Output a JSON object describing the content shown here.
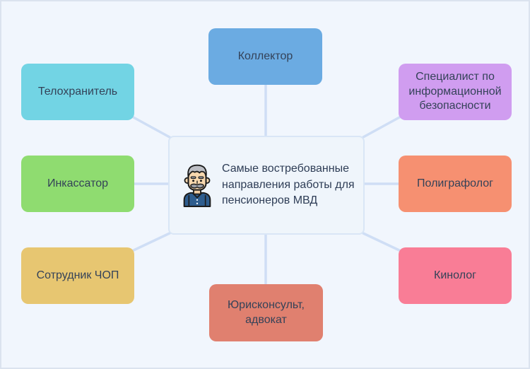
{
  "diagram": {
    "center": {
      "label": "Самые востребованные направления работы для пенсионеров МВД",
      "icon": "elderly-man-icon"
    },
    "nodes": [
      {
        "id": "kollektor",
        "label": "Коллектор",
        "color": "#6babe2",
        "position": "top"
      },
      {
        "id": "telohranitel",
        "label": "Телохранитель",
        "color": "#72d4e4",
        "position": "top-left"
      },
      {
        "id": "inkassator",
        "label": "Инкассатор",
        "color": "#8fdc70",
        "position": "left"
      },
      {
        "id": "sotrudnik-chop",
        "label": "Сотрудник ЧОП",
        "color": "#e7c671",
        "position": "bottom-left"
      },
      {
        "id": "specialist-ib",
        "label": "Специалист по информационной безопасности",
        "color": "#d09df0",
        "position": "top-right"
      },
      {
        "id": "poligrafolog",
        "label": "Полиграфолог",
        "color": "#f69071",
        "position": "right"
      },
      {
        "id": "kinolog",
        "label": "Кинолог",
        "color": "#f97d96",
        "position": "bottom-right"
      },
      {
        "id": "juriskonsult",
        "label": "Юрисконсульт, адвокат",
        "color": "#e0806f",
        "position": "bottom"
      }
    ],
    "colors": {
      "background": "#f1f6fd",
      "canvas_border": "#dbe3ef",
      "connector": "#cfdef5",
      "node_text": "#344258",
      "center_background": "#eff5fb",
      "center_border": "#d9e6f6",
      "center_text": "#2e3d56"
    }
  }
}
